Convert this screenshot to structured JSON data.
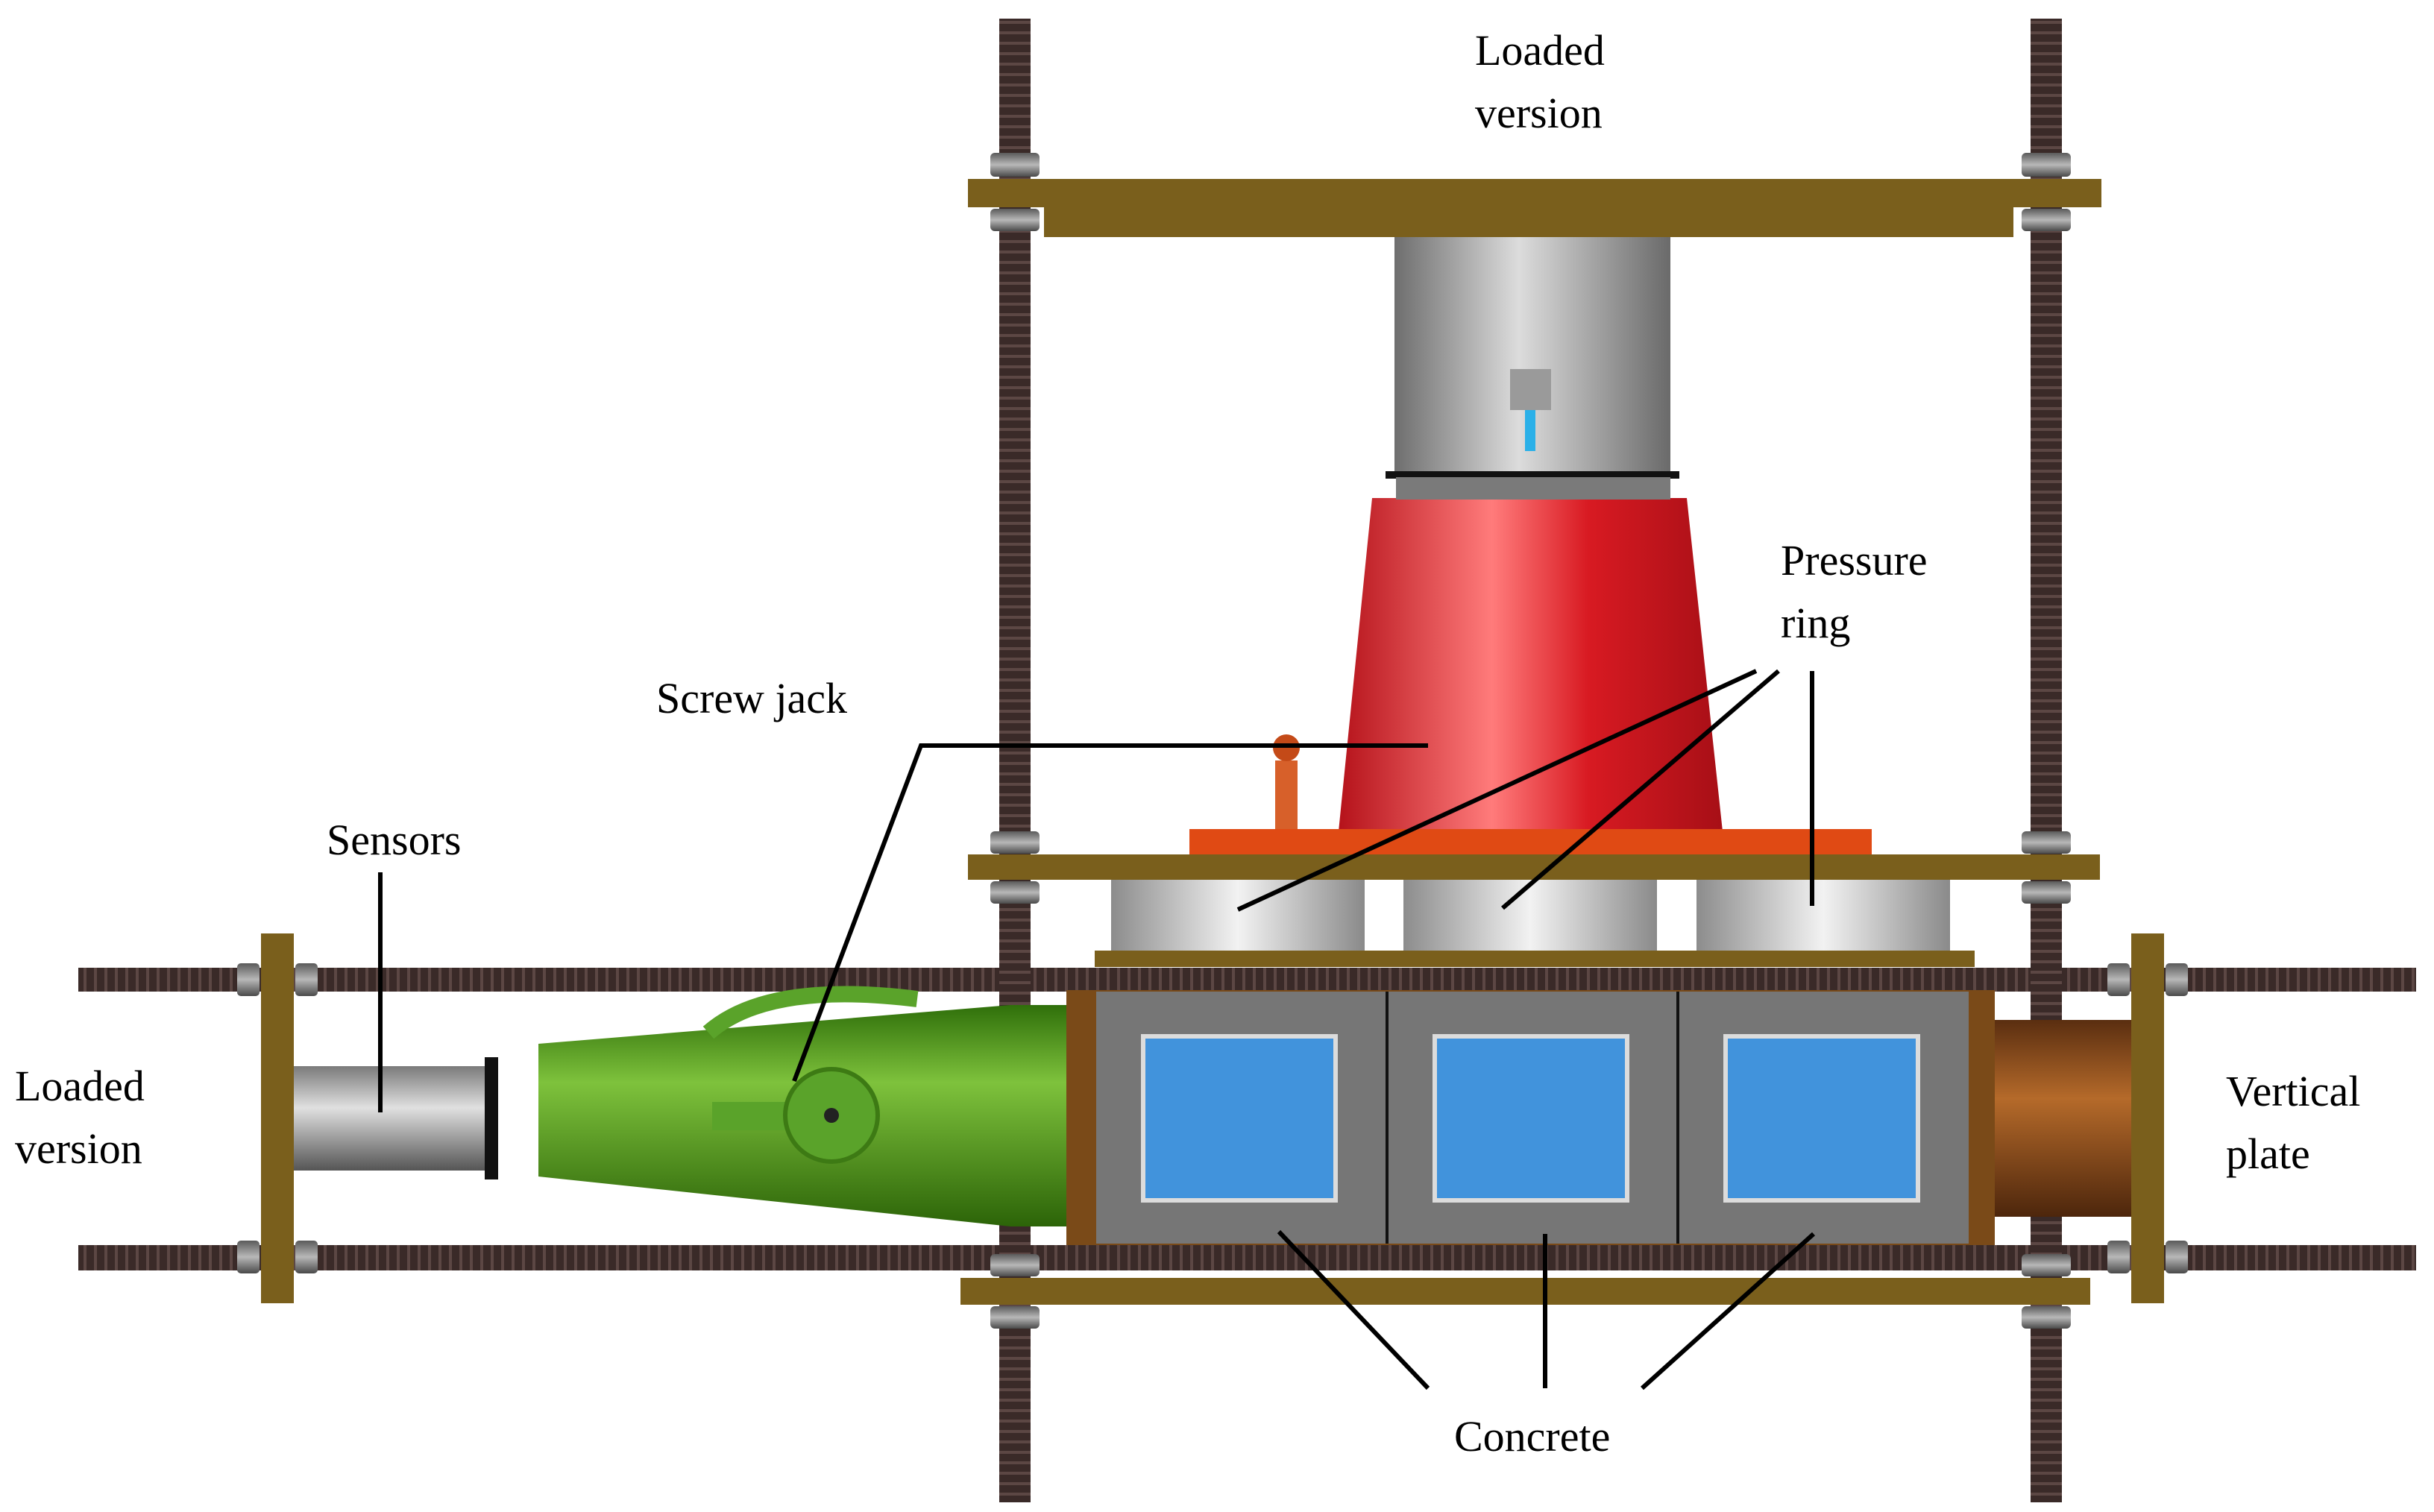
{
  "labels": {
    "loaded_version_top_line1": "Loaded",
    "loaded_version_top_line2": "version",
    "pressure_ring_line1": "Pressure",
    "pressure_ring_line2": "ring",
    "screw_jack": "Screw jack",
    "sensors": "Sensors",
    "loaded_version_left_line1": "Loaded",
    "loaded_version_left_line2": "version",
    "vertical_plate_line1": "Vertical",
    "vertical_plate_line2": "plate",
    "concrete": "Concrete"
  },
  "colors": {
    "rebar": "#3a2a28",
    "plate": "#7a5f1c",
    "jack_red": "#d81a22",
    "jack_green": "#3f8a10",
    "concrete": "#767676",
    "window_blue": "#4193dc",
    "steel_gray": "#a9a9a9",
    "base_orange": "#e04a14",
    "copper": "#8a4a1c"
  }
}
